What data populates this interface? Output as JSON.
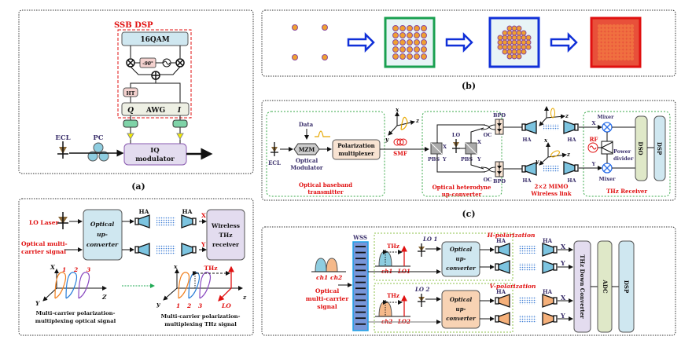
{
  "panels": {
    "a": {
      "caption": "(a)",
      "ssb_dsp_label": "SSB DSP",
      "qam_label": "16QAM",
      "phase_label": "-90°",
      "ht_label": "HT",
      "awg_label": "AWG",
      "awg_q": "Q",
      "awg_i": "I",
      "ecl_label": "ECL",
      "pc_label": "PC",
      "iq_line1": "IQ",
      "iq_line2": "modulator"
    },
    "b": {
      "caption": "(b)",
      "stages": [
        "4-point constellation",
        "16-point constellation (green)",
        "dense constellation (blue)",
        "saturated constellation (red)"
      ]
    },
    "c": {
      "caption": "(c)",
      "data_label": "Data",
      "ecl_label": "ECL",
      "mzm_label": "MZM",
      "modulator_line1": "Optical",
      "modulator_line2": "Modulator",
      "polmux_line1": "Polarization",
      "polmux_line2": "multiplexer",
      "smf_label": "SMF",
      "tx_section_line1": "Optical baseband",
      "tx_section_line2": "transmitter",
      "pbs_label": "PBS",
      "lo_label": "LO",
      "x_label": "X",
      "y_label": "Y",
      "oc_label": "OC",
      "bpd_label": "BPD",
      "upconv_line1": "Optical heterodyne",
      "upconv_line2": "up-converter",
      "ha_label": "HA",
      "mimo_line1": "2×2 MIMO",
      "mimo_line2": "Wireless link",
      "axis_x": "x",
      "axis_y": "y",
      "axis_z": "z",
      "mixer_label": "Mixer",
      "rf_label": "RF",
      "power_line1": "Power",
      "power_line2": "divider",
      "dso_label": "DSO",
      "dsp_label": "DSP",
      "rx_section": "THz Receiver"
    },
    "d": {
      "lo_laser": "LO Laser",
      "signal_line1": "Optical multi-",
      "signal_line2": "carrier signal",
      "upconv_line1": "Optical",
      "upconv_line2": "up-",
      "upconv_line3": "converter",
      "ha_label": "HA",
      "x_label": "X",
      "y_label": "Y",
      "rx_line1": "Wireless",
      "rx_line2": "THz",
      "rx_line3": "receiver",
      "axis_x": "X",
      "axis_y": "Y",
      "axis_z": "Z",
      "axis_x2": "x",
      "axis_y2": "y",
      "axis_z2": "z",
      "carriers": [
        "1",
        "2",
        "3"
      ],
      "thz_label": "THz",
      "lo_label": "LO",
      "left_caption_line1": "Multi-carrier polarization-",
      "left_caption_line2": "multiplexing optical signal",
      "right_caption_line1": "Multi-carrier polarization-",
      "right_caption_line2": "multiplexing THz signal"
    },
    "e": {
      "wss_label": "WSS",
      "ch1": "ch1",
      "ch2": "ch2",
      "signal_line1": "Optical",
      "signal_line2": "multi-carrier",
      "signal_line3": "signal",
      "thz_label": "THz",
      "lo1_tick": "LO1",
      "lo2_tick": "LO2",
      "lo1_label": "LO 1",
      "lo2_label": "LO 2",
      "upconv_line1": "Optical",
      "upconv_line2": "up-",
      "upconv_line3": "converter",
      "h_pol": "H-polarization",
      "v_pol": "V-polarization",
      "ha_label": "HA",
      "x_label": "X",
      "y_label": "Y",
      "thz_down": "THz Down Converter",
      "adc": "ADC",
      "dsp": "DSP"
    }
  },
  "colors": {
    "red_label": "#e01010",
    "navy_label": "#3a2f6b",
    "section_green": "#3aa84a",
    "box_blue": "#cfe7f0",
    "box_orange": "#f8d3b4",
    "box_purple": "#e3dcef",
    "horn_blue": "#7cc4e0",
    "horn_orange": "#f5b07a",
    "wss_blue": "#7896d8"
  }
}
